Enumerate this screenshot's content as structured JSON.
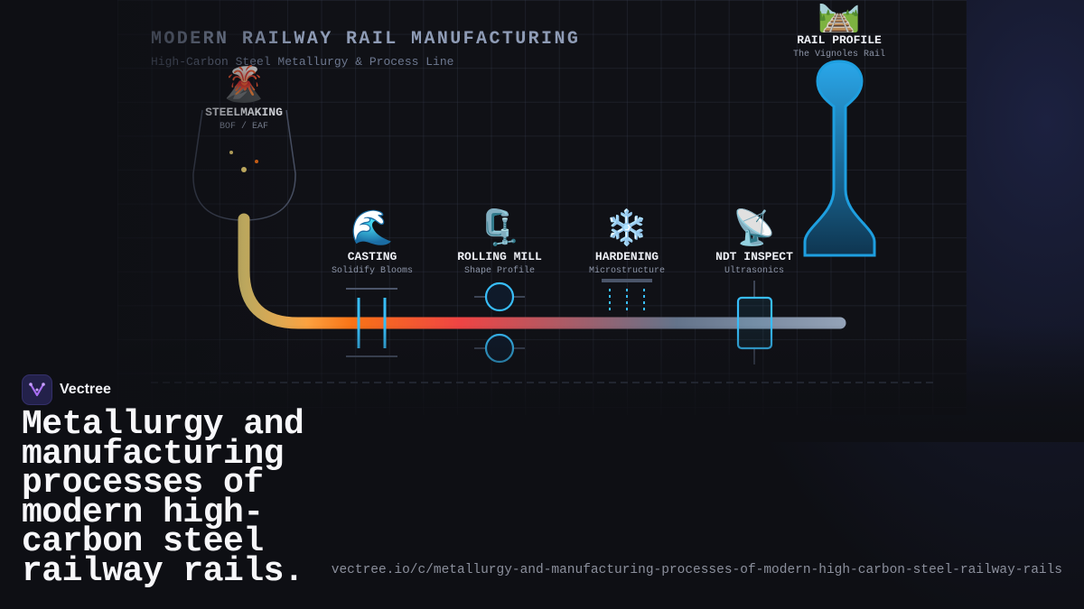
{
  "diagram": {
    "title": "MODERN RAILWAY RAIL MANUFACTURING",
    "subtitle": "High-Carbon Steel Metallurgy & Process Line",
    "stages": [
      {
        "icon": "volcano-icon",
        "glyph": "🌋",
        "label": "STEELMAKING",
        "desc": "BOF / EAF"
      },
      {
        "icon": "wave-icon",
        "glyph": "🌊",
        "label": "CASTING",
        "desc": "Solidify Blooms"
      },
      {
        "icon": "clamp-icon",
        "glyph": "🗜️",
        "label": "ROLLING MILL",
        "desc": "Shape Profile"
      },
      {
        "icon": "snowflake-icon",
        "glyph": "❄️",
        "label": "HARDENING",
        "desc": "Microstructure"
      },
      {
        "icon": "satellite-dish-icon",
        "glyph": "📡",
        "label": "NDT INSPECT",
        "desc": "Ultrasonics"
      },
      {
        "icon": "railway-track-icon",
        "glyph": "🛤️",
        "label": "RAIL PROFILE",
        "desc": "The Vignoles Rail"
      }
    ],
    "colors": {
      "hot": "#ffe27a",
      "molten": "#f97316",
      "red": "#ef4444",
      "cool": "#94a3b8",
      "equipment": "#38bdf8",
      "rail": "#1e9fe0"
    }
  },
  "brand": {
    "name": "Vectree"
  },
  "headline": "Metallurgy and manufacturing processes of modern high-carbon steel railway rails.",
  "url": "vectree.io/c/metallurgy-and-manufacturing-processes-of-modern-high-carbon-steel-railway-rails"
}
